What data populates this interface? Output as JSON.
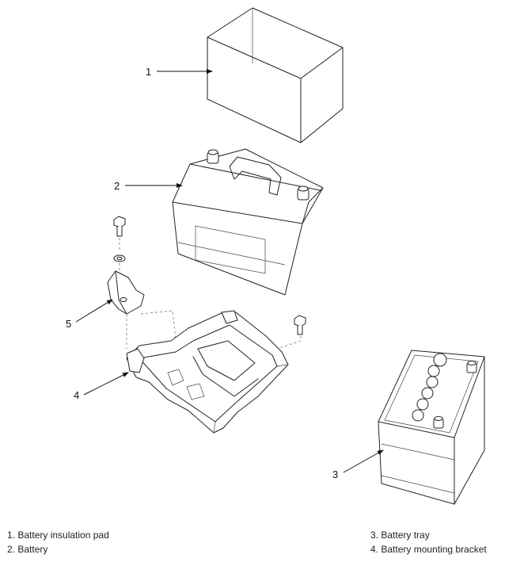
{
  "callouts": {
    "c1": "1",
    "c2": "2",
    "c3": "3",
    "c4": "4",
    "c5": "5"
  },
  "legend": {
    "left": [
      "1. Battery insulation pad",
      "2. Battery"
    ],
    "right": [
      "3. Battery tray",
      "4. Battery mounting bracket"
    ]
  }
}
